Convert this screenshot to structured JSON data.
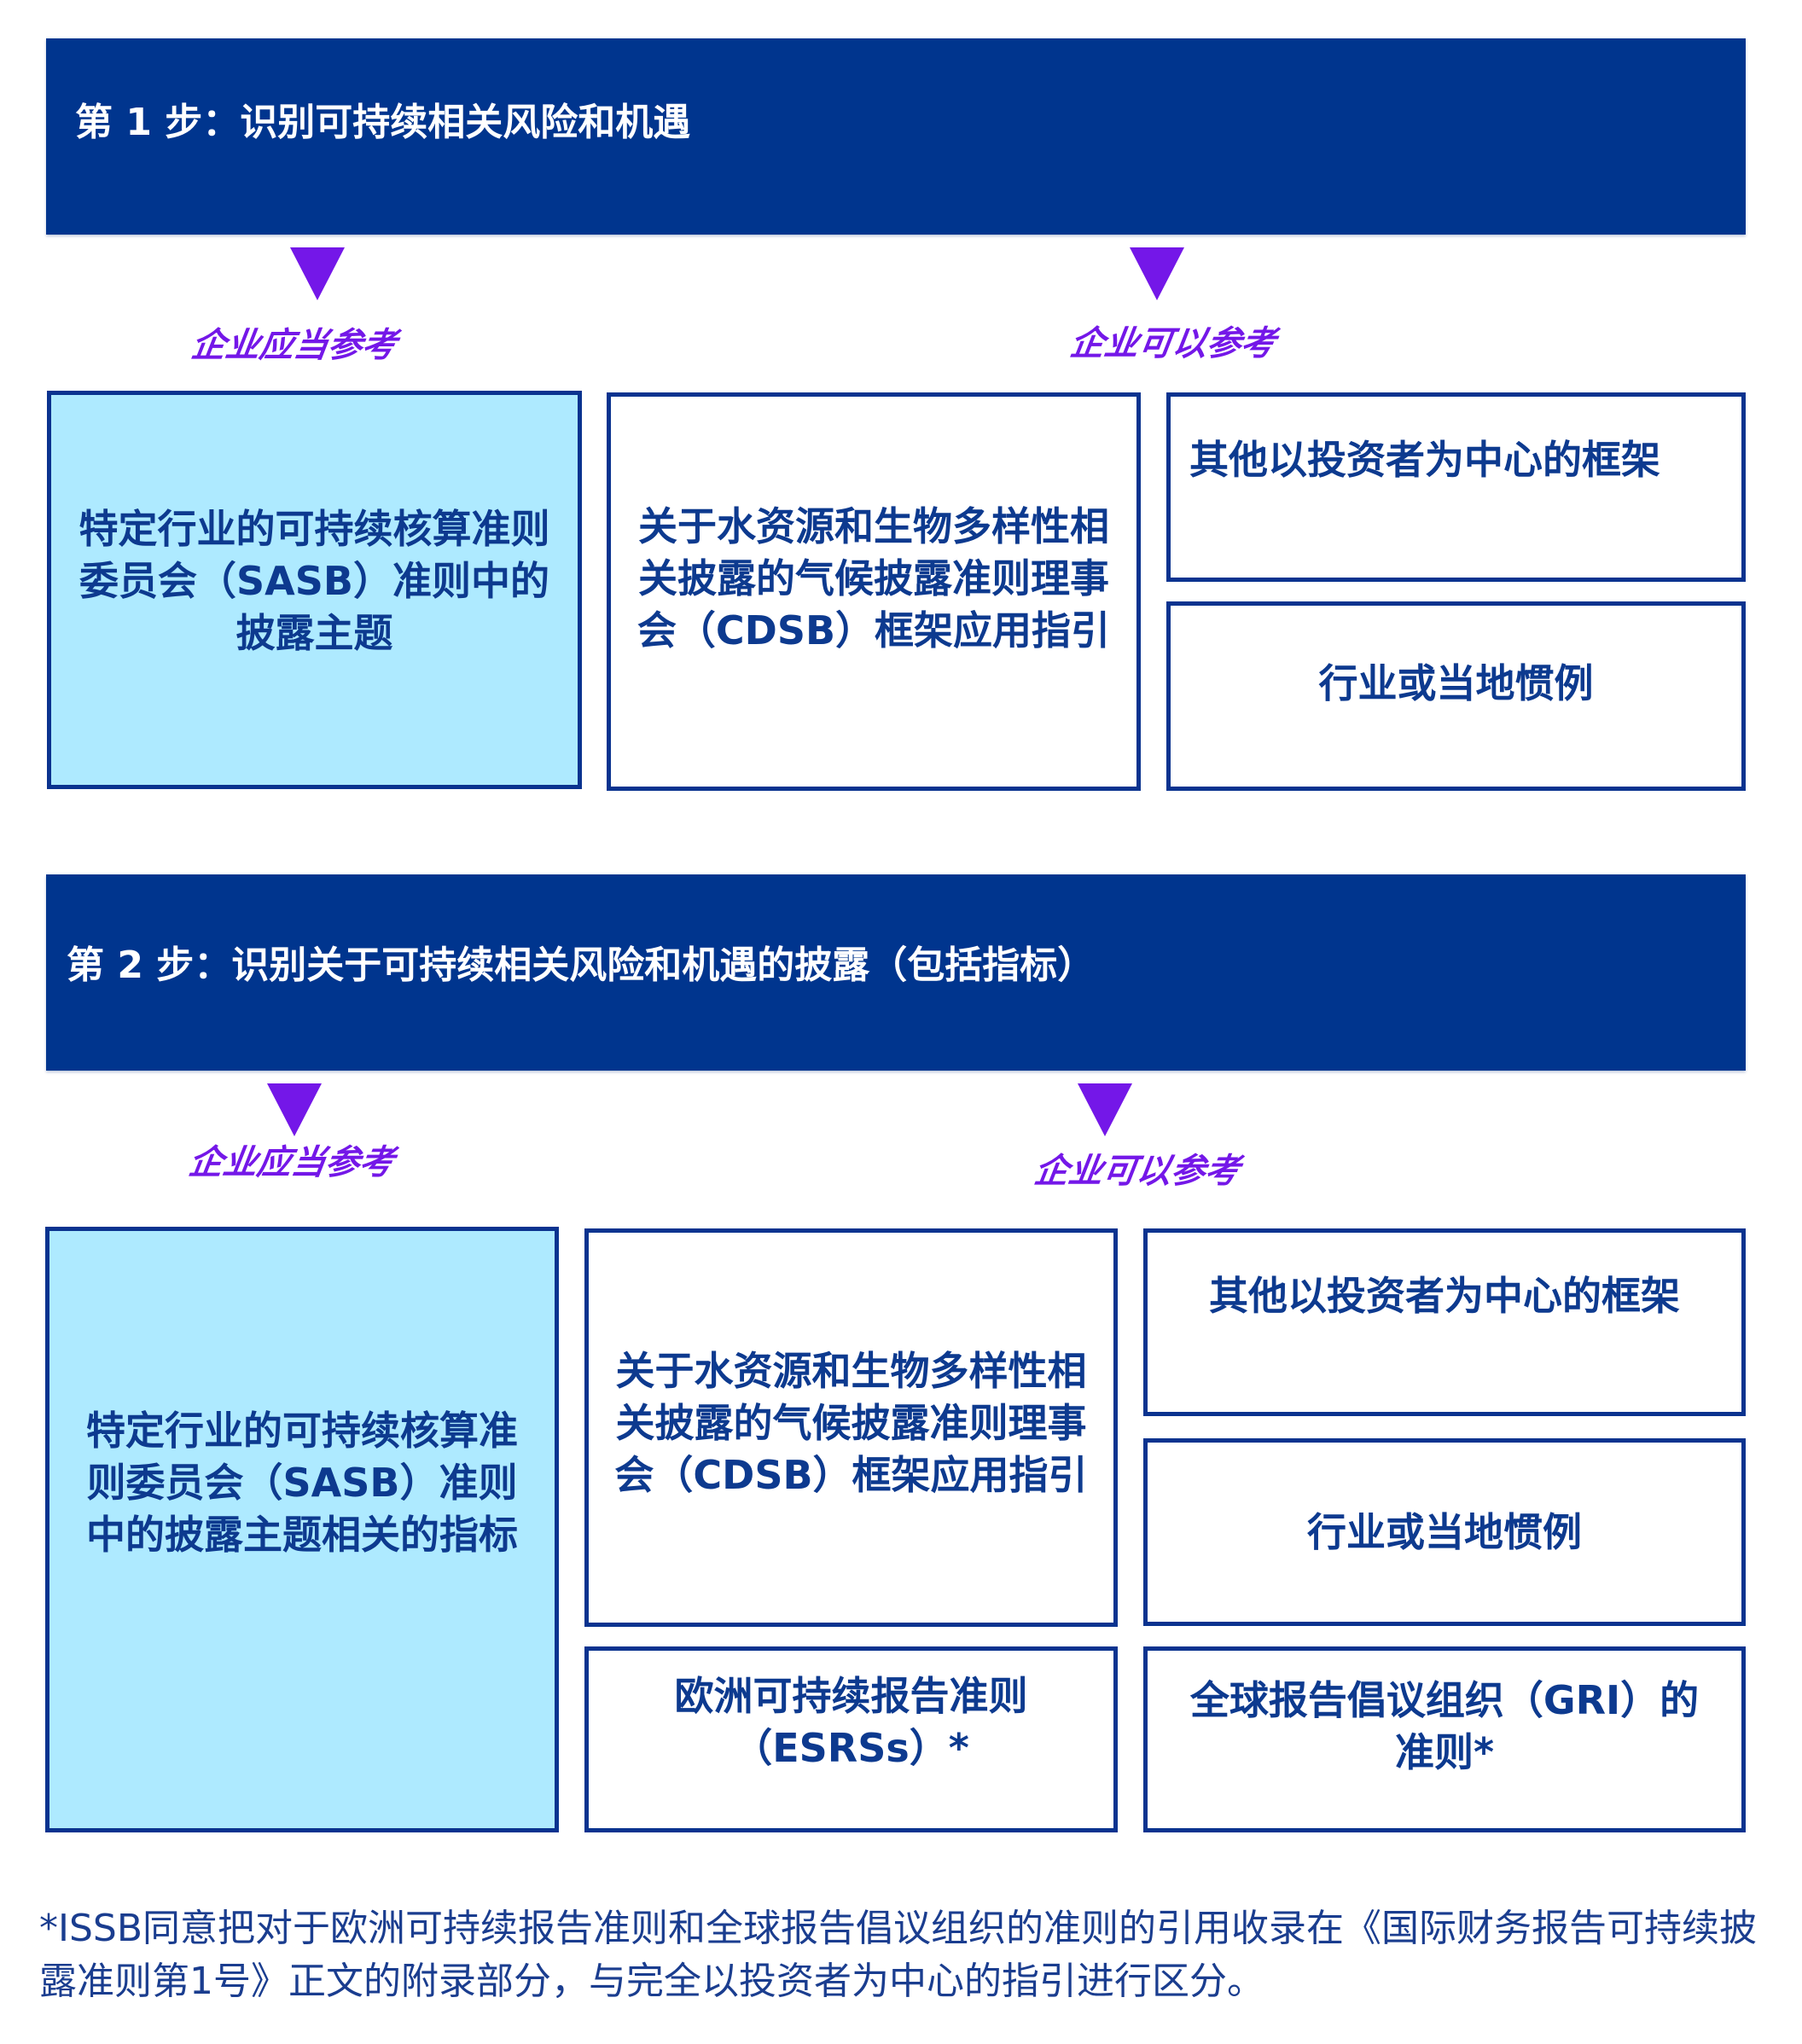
{
  "step1": {
    "header": "第 1 步：识别可持续相关风险和机遇",
    "should_label": "企业应当参考",
    "may_label": "企业可以参考",
    "boxes": {
      "sasb": "特定行业的可持续核算准则委员会（SASB）准则中的披露主题",
      "cdsb": "关于水资源和生物多样性相关披露的气候披露准则理事会（CDSB）框架应用指引",
      "investor": "其他以投资者为中心的框架",
      "industry": "行业或当地惯例"
    }
  },
  "step2": {
    "header": "第 2 步：识别关于可持续相关风险和机遇的披露（包括指标）",
    "should_label": "企业应当参考",
    "may_label": "企业可以参考",
    "boxes": {
      "sasb": "特定行业的可持续核算准则委员会（SASB）准则中的披露主题相关的指标",
      "cdsb": "关于水资源和生物多样性相关披露的气候披露准则理事会（CDSB）框架应用指引",
      "investor": "其他以投资者为中心的框架",
      "industry": "行业或当地惯例",
      "esrs": "欧洲可持续报告准则（ESRSs）*",
      "gri": "全球报告倡议组织（GRI）的准则*"
    }
  },
  "footnote": "*ISSB同意把对于欧洲可持续报告准则和全球报告倡议组织的准则的引用收录在《国际财务报告可持续披露准则第1号》正文的附录部分，与完全以投资者为中心的指引进行区分。",
  "colors": {
    "header": "#00358e",
    "accent": "#7417e8",
    "highlight_box": "#aeeaff",
    "text": "#0d3a8f"
  }
}
